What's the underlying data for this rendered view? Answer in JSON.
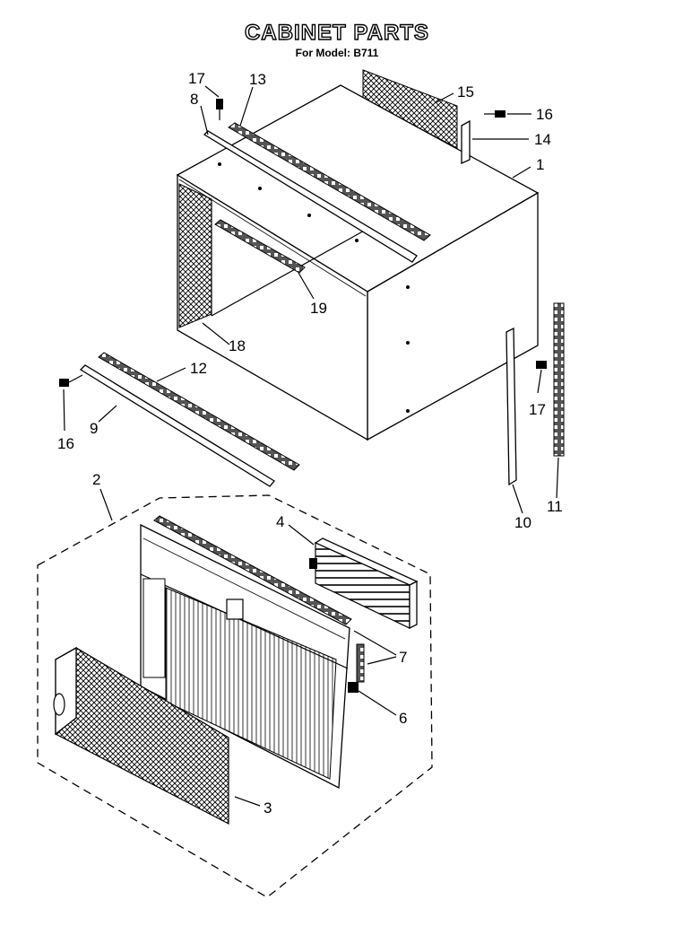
{
  "header": {
    "title": "CABINET PARTS",
    "subtitle": "For Model: B711"
  },
  "callouts": [
    {
      "id": "c17a",
      "label": "17"
    },
    {
      "id": "c13",
      "label": "13"
    },
    {
      "id": "c8",
      "label": "8"
    },
    {
      "id": "c15",
      "label": "15"
    },
    {
      "id": "c16a",
      "label": "16"
    },
    {
      "id": "c14",
      "label": "14"
    },
    {
      "id": "c1",
      "label": "1"
    },
    {
      "id": "c19",
      "label": "19"
    },
    {
      "id": "c18",
      "label": "18"
    },
    {
      "id": "c12",
      "label": "12"
    },
    {
      "id": "c17b",
      "label": "17"
    },
    {
      "id": "c9",
      "label": "9"
    },
    {
      "id": "c16b",
      "label": "16"
    },
    {
      "id": "c11",
      "label": "11"
    },
    {
      "id": "c10",
      "label": "10"
    },
    {
      "id": "c2",
      "label": "2"
    },
    {
      "id": "c4",
      "label": "4"
    },
    {
      "id": "c7",
      "label": "7"
    },
    {
      "id": "c6",
      "label": "6"
    },
    {
      "id": "c3",
      "label": "3"
    }
  ]
}
